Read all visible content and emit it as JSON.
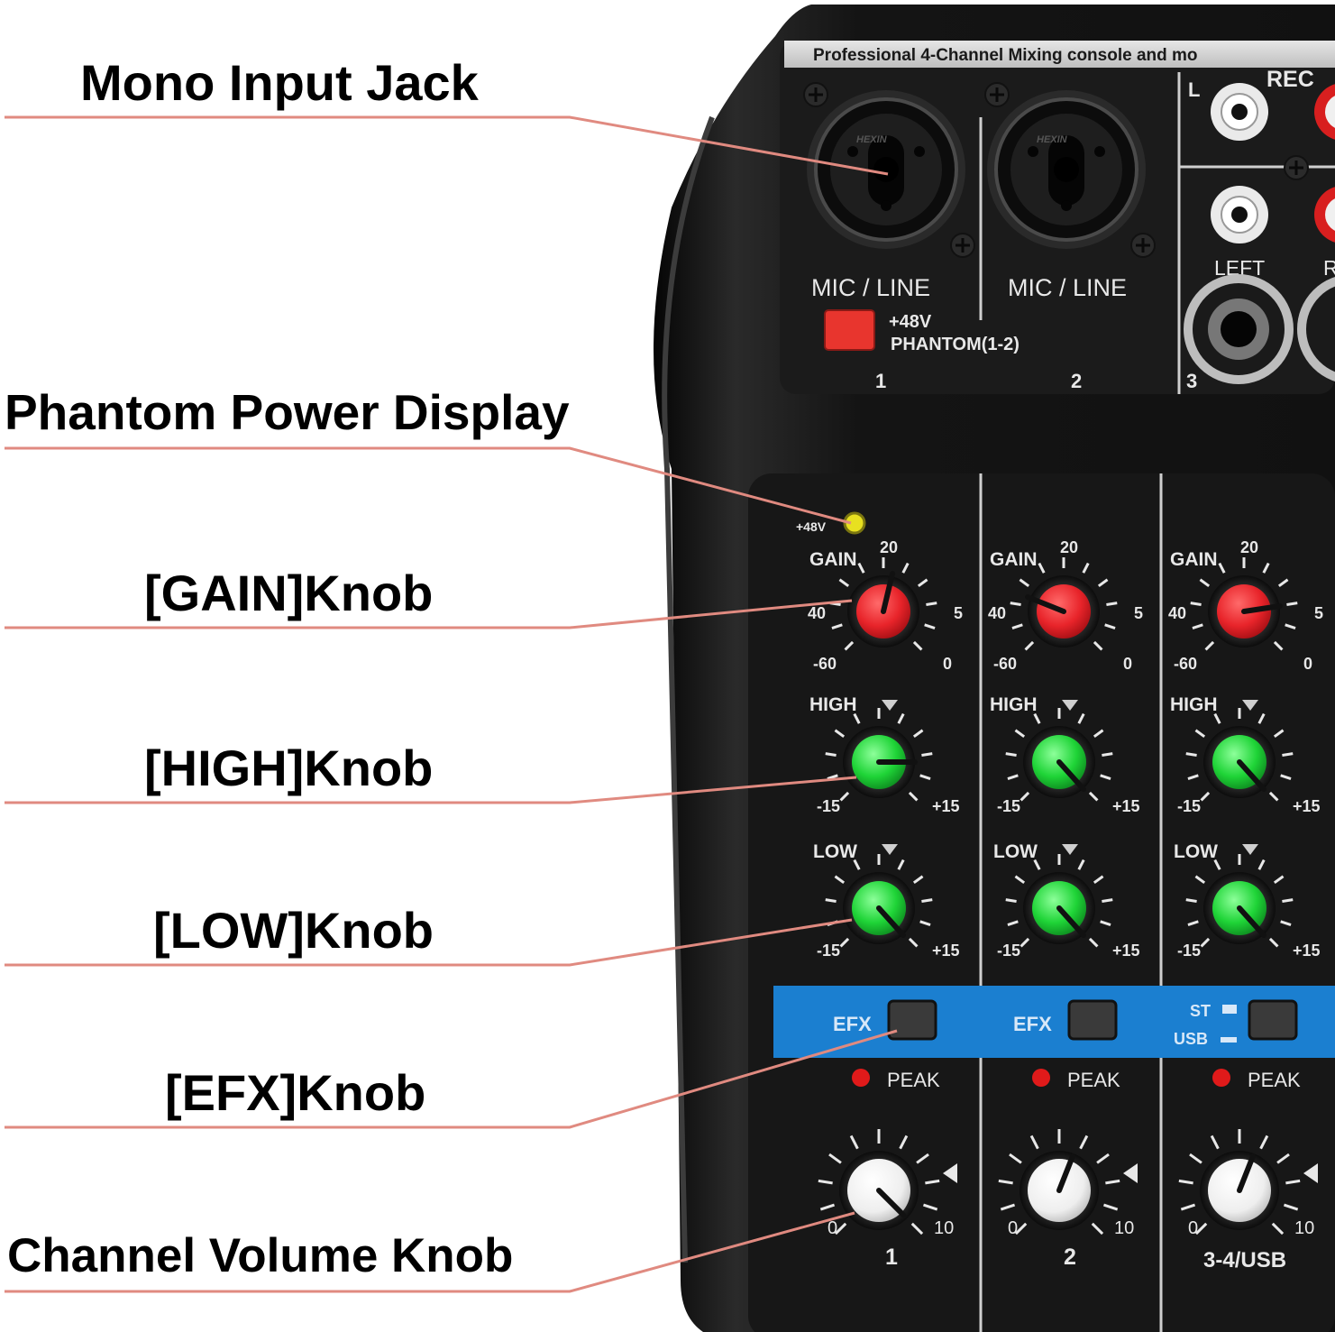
{
  "callouts": {
    "mono_input_jack": "Mono Input Jack",
    "phantom_power_display": "Phantom Power Display",
    "gain_knob": "[GAIN]Knob",
    "high_knob": "[HIGH]Knob",
    "low_knob": "[LOW]Knob",
    "efx_knob": "[EFX]Knob",
    "channel_volume_knob": "Channel Volume Knob"
  },
  "mixer": {
    "header": "Professional 4-Channel Mixing console and mo",
    "top_panel": {
      "mic_line_1": "MIC / LINE",
      "mic_line_2": "MIC / LINE",
      "phantom_switch_line1": "+48V",
      "phantom_switch_line2": "PHANTOM(1-2)",
      "input_1": "1",
      "input_2": "2",
      "input_3": "3",
      "rec": "REC",
      "l": "L",
      "left": "LEFT",
      "r": "R",
      "brand": "HEXIN"
    },
    "led_label": "+48V",
    "gain": {
      "label": "GAIN",
      "top": "20",
      "right": "5",
      "left": "40",
      "bottom_left": "-60",
      "bottom_right": "0"
    },
    "high": {
      "label": "HIGH",
      "min": "-15",
      "max": "+15"
    },
    "low": {
      "label": "LOW",
      "min": "-15",
      "max": "+15"
    },
    "efx_label": "EFX",
    "st_label": "ST",
    "usb_label": "USB",
    "peak_label": "PEAK",
    "volume": {
      "min": "0",
      "max": "10"
    },
    "channel_labels": [
      "1",
      "2",
      "3-4/USB"
    ]
  },
  "colors": {
    "callout_line": "#e08a80",
    "gain_knob": "#e8242a",
    "eq_knob": "#1fd437",
    "volume_knob": "#f2f2f2",
    "efx_strip": "#1b7fd0",
    "phantom_switch": "#e8352e",
    "led_yellow": "#e8e020",
    "led_red": "#e01a1a",
    "panel": "#161616"
  }
}
